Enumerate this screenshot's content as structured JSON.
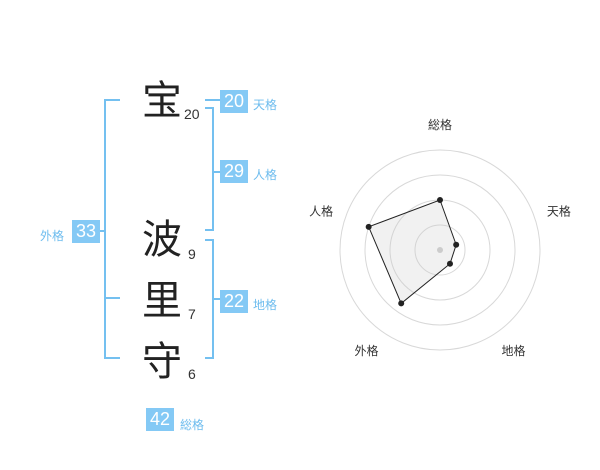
{
  "name": {
    "characters": [
      {
        "char": "宝",
        "strokes": "20"
      },
      {
        "char": "波",
        "strokes": "9"
      },
      {
        "char": "里",
        "strokes": "7"
      },
      {
        "char": "守",
        "strokes": "6"
      }
    ]
  },
  "kaku": {
    "tenkaku": {
      "label": "天格",
      "value": "20"
    },
    "jinkaku": {
      "label": "人格",
      "value": "29"
    },
    "chikaku": {
      "label": "地格",
      "value": "22"
    },
    "gaikaku": {
      "label": "外格",
      "value": "33"
    },
    "soukaku": {
      "label": "総格",
      "value": "42"
    }
  },
  "colors": {
    "accent": "#84c9f5",
    "bracket": "#74c0f0",
    "grid": "#d8d8d8"
  },
  "chart_data": {
    "type": "radar",
    "axes": [
      "総格",
      "天格",
      "地格",
      "外格",
      "人格"
    ],
    "values": [
      0.5,
      0.17,
      0.17,
      0.66,
      0.75
    ],
    "rings": 4
  }
}
